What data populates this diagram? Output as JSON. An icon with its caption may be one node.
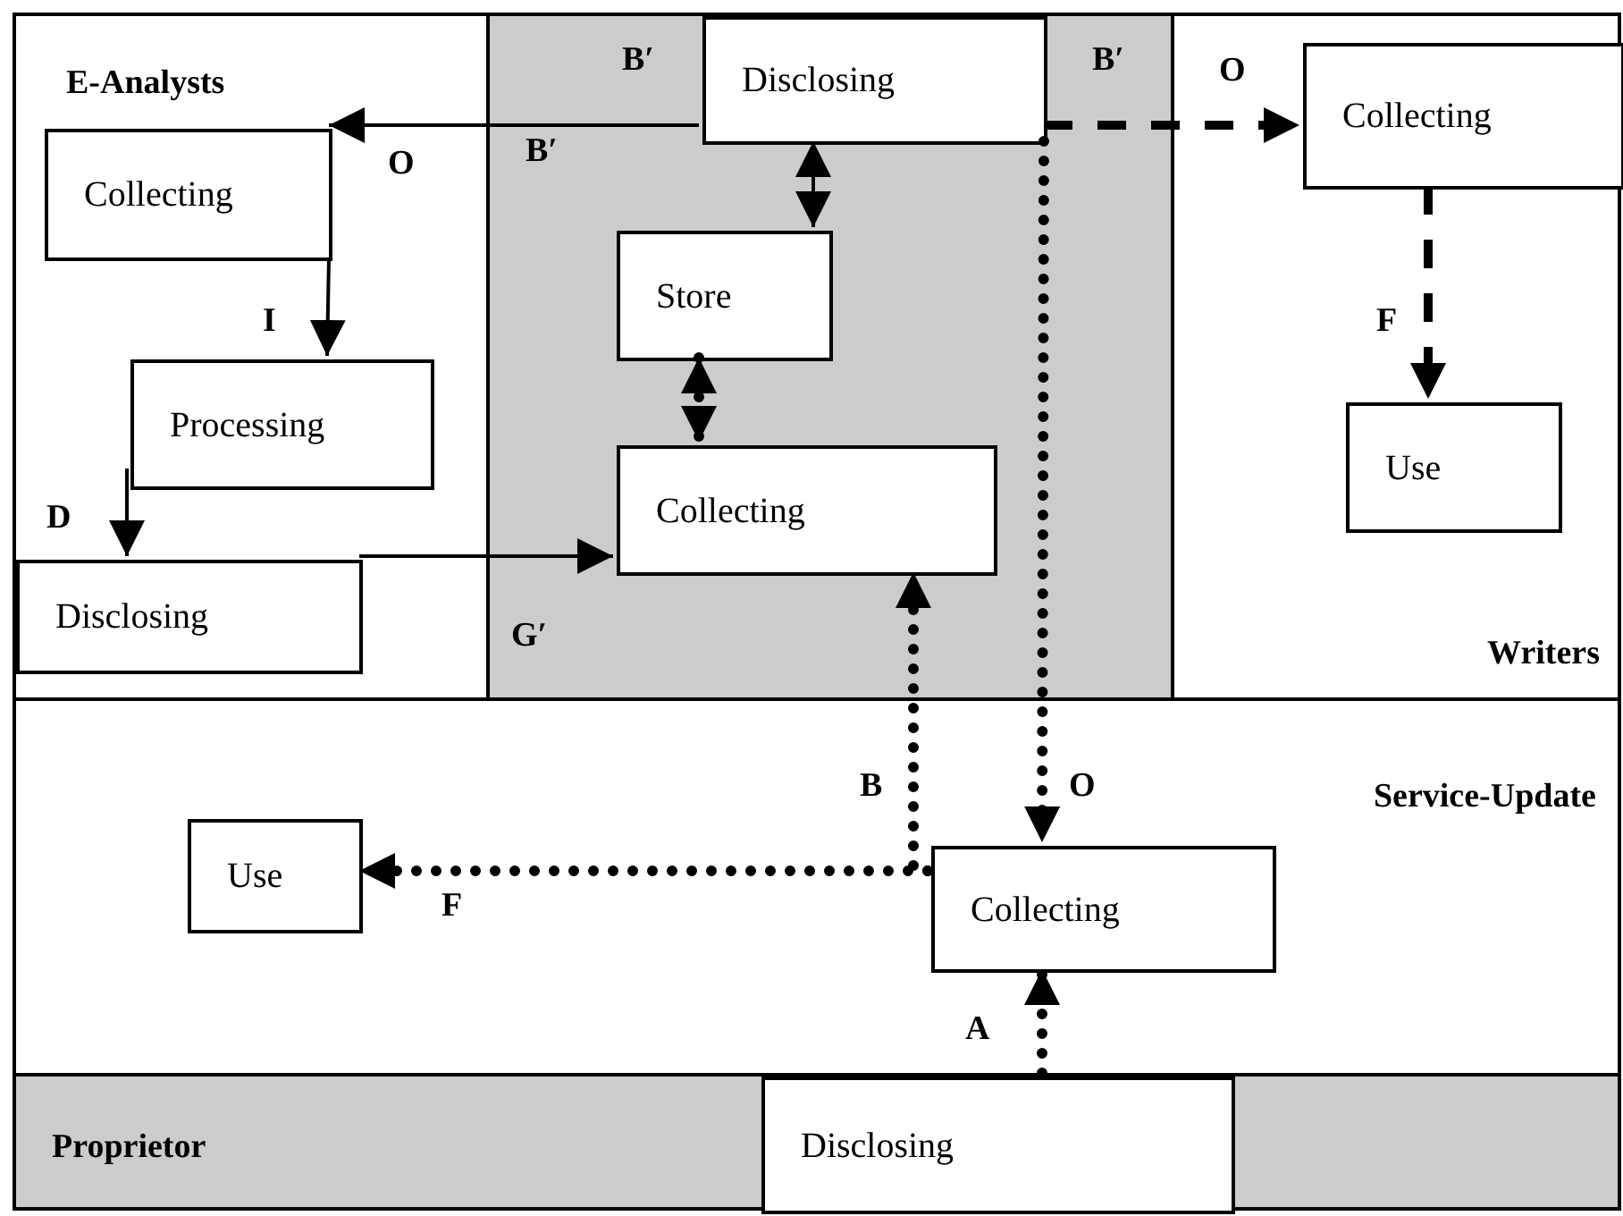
{
  "diagram": {
    "nodes": [
      {
        "text": [
          "E-Analysts"
        ]
      },
      {
        "text": [
          "Collecting"
        ],
        "in": 0
      },
      {
        "text": [
          "Processing"
        ],
        "in": 0
      },
      {
        "text": [
          "Disclosing"
        ],
        "in": 0
      },
      {
        "text": [],
        "shape": "box"
      },
      {
        "text": [
          "Disclosing"
        ],
        "in": 4
      },
      {
        "text": [
          "Store"
        ],
        "in": 4
      },
      {
        "text": [
          "Collecting"
        ],
        "in": 4
      },
      {
        "text": [
          "Writers"
        ]
      },
      {
        "text": [
          "Collecting"
        ],
        "in": 8
      },
      {
        "text": [
          "Use"
        ],
        "in": 8
      },
      {
        "text": [
          "Service-Update"
        ]
      },
      {
        "text": [
          "Use"
        ],
        "in": 11
      },
      {
        "text": [
          "Collecting"
        ],
        "in": 11
      },
      {
        "text": [
          "Proprietor"
        ]
      },
      {
        "text": [
          "Disclosing"
        ],
        "in": 14
      }
    ],
    "edges": [
      {
        "from": 5,
        "to": 1,
        "arrow": "to",
        "label": "O"
      },
      {
        "from": 1,
        "to": 2,
        "arrow": "to",
        "label": "I"
      },
      {
        "from": 2,
        "to": 3,
        "arrow": "to",
        "label": "D"
      },
      {
        "from": 3,
        "to": 7,
        "arrow": "to"
      },
      {
        "from": 5,
        "to": 6,
        "arrow": "both"
      },
      {
        "from": 6,
        "to": 7,
        "arrow": "both",
        "style": "dashed"
      },
      {
        "from": 5,
        "to": 9,
        "arrow": "to",
        "label": "O",
        "style": "dashed"
      },
      {
        "from": 9,
        "to": 10,
        "arrow": "to",
        "label": "F",
        "style": "dashed"
      },
      {
        "from": 5,
        "to": 13,
        "arrow": "to",
        "label": "O",
        "style": "dashed"
      },
      {
        "from": 13,
        "to": 7,
        "arrow": "to",
        "label": "B",
        "style": "dashed"
      },
      {
        "from": 13,
        "to": 12,
        "arrow": "to",
        "label": "F",
        "style": "dashed"
      },
      {
        "from": 15,
        "to": 13,
        "arrow": "to",
        "label": "A",
        "style": "dashed"
      }
    ],
    "labels": [
      "B′",
      "B′",
      "B′",
      "G′"
    ]
  }
}
